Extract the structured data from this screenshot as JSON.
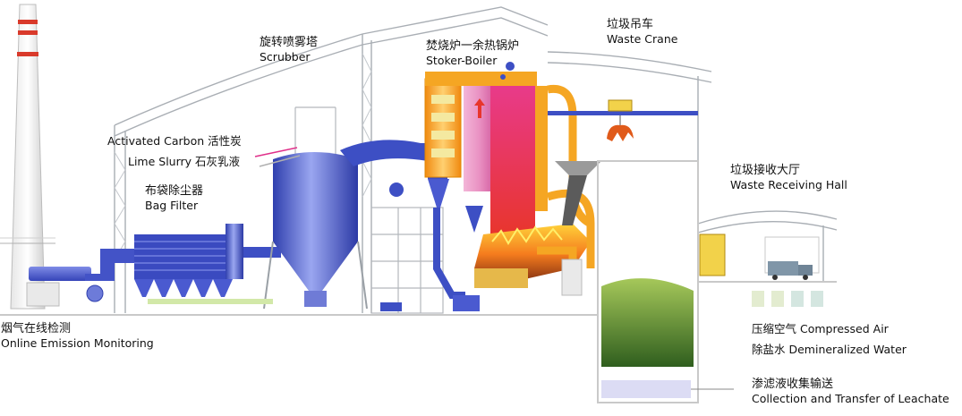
{
  "labels": {
    "online_emission": {
      "zh": "烟气在线检测",
      "en": "Online Emission Monitoring"
    },
    "bag_filter": {
      "zh": "布袋除尘器",
      "en": "Bag Filter"
    },
    "activated_carbon": "Activated Carbon 活性炭",
    "lime_slurry": "Lime Slurry 石灰乳液",
    "scrubber": {
      "zh": "旋转喷雾塔",
      "en": "Scrubber"
    },
    "stoker_boiler": {
      "zh": "焚烧炉一余热锅炉",
      "en": "Stoker-Boiler"
    },
    "waste_crane": {
      "zh": "垃圾吊车",
      "en": "Waste Crane"
    },
    "waste_receiving_hall": {
      "zh": "垃圾接收大厅",
      "en": "Waste Receiving Hall"
    },
    "compressed_air": "压缩空气  Compressed Air",
    "demineralized_water": "除盐水  Demineralized Water",
    "leachate": {
      "zh": "渗滤液收集输送",
      "en": "Collection and Transfer of Leachate"
    }
  },
  "colors": {
    "duct_blue": "#3d4fc4",
    "structure_gray": "#9aa0a6",
    "boiler_orange": "#f5a623",
    "furnace_red": "#e8352b",
    "chimney_red": "#d93a2b",
    "waste_green": "#5f8f2e"
  }
}
